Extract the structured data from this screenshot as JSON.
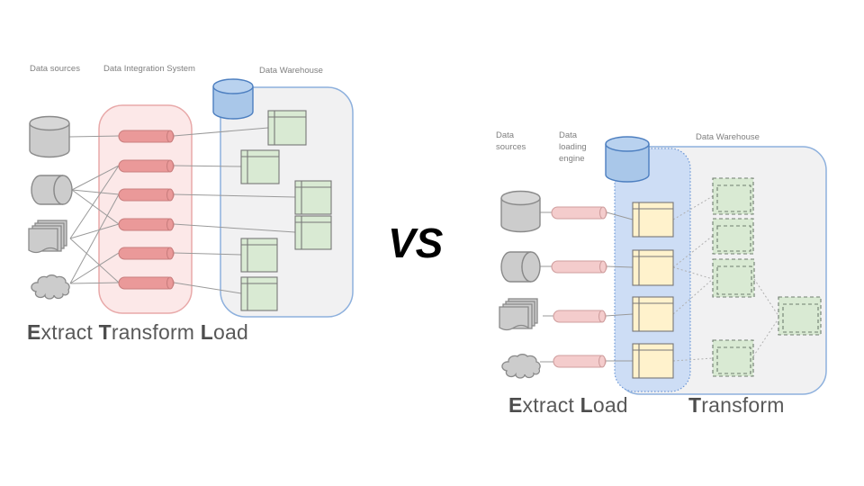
{
  "vs_label": "VS",
  "etl": {
    "labels": {
      "sources": "Data sources",
      "integration": "Data Integration System",
      "warehouse": "Data Warehouse"
    },
    "caption": {
      "b1": "E",
      "t1": "xtract ",
      "b2": "T",
      "t2": "ransform ",
      "b3": "L",
      "t3": "oad"
    }
  },
  "elt": {
    "labels": {
      "sources": "Data\nsources",
      "loading": "Data\nloading\nengine",
      "warehouse": "Data Warehouse"
    },
    "caption_extract_load": {
      "b1": "E",
      "t1": "xtract ",
      "b2": "L",
      "t2": "oad"
    },
    "caption_transform": {
      "b1": "T",
      "t1": "ransform"
    }
  },
  "colors": {
    "pill_left_fill": "#ea9999",
    "pill_left_stroke": "#c97e7e",
    "pill_right_fill": "#f4cccc",
    "pill_right_stroke": "#cf9e9e",
    "etl_container_fill": "#fce8e8",
    "etl_container_stroke": "#e8a9a9",
    "warehouse_fill": "#f1f1f2",
    "warehouse_stroke": "#8db0dd",
    "loading_zone_fill": "#cdddf5",
    "loading_zone_stroke": "#6b96d6",
    "cylinder_blue_fill": "#a9c7e9",
    "cylinder_blue_stroke": "#4d7fc0",
    "table_green_fill": "#d9ead3",
    "table_yellow_fill": "#fff2cc",
    "table_stroke": "#777777",
    "source_fill": "#cccccc",
    "source_stroke": "#8a8a8a",
    "caption_text": "#595959",
    "label_text": "#7f7f7f"
  }
}
